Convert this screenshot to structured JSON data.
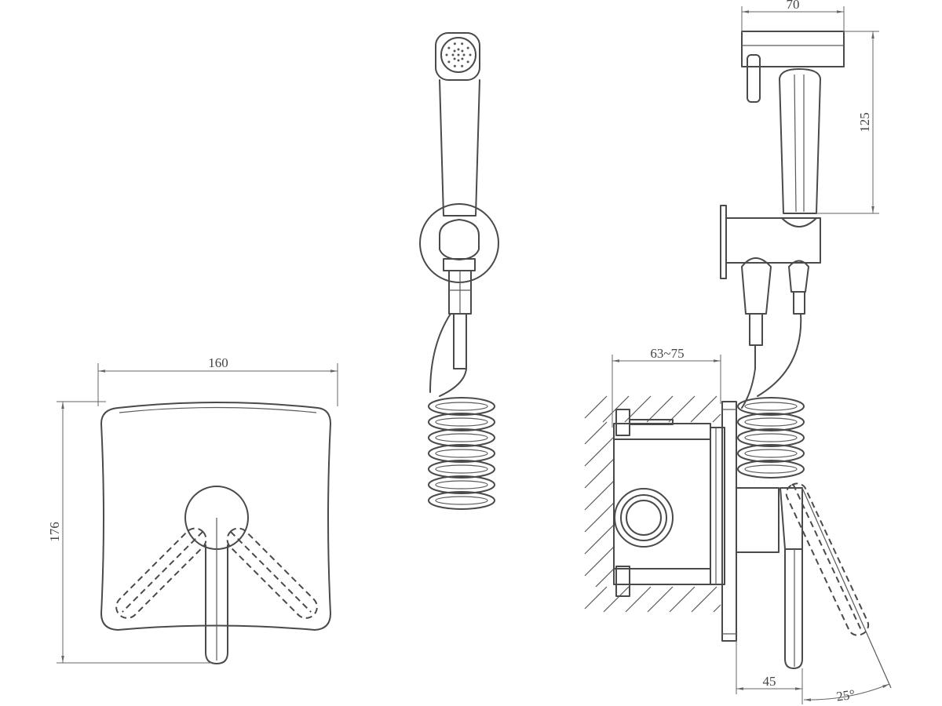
{
  "dimensions": {
    "front_width": "160",
    "front_height": "176",
    "holder_width": "70",
    "holder_height": "125",
    "wall_depth": "63~75",
    "projection": "45",
    "lever_angle": "25°"
  }
}
